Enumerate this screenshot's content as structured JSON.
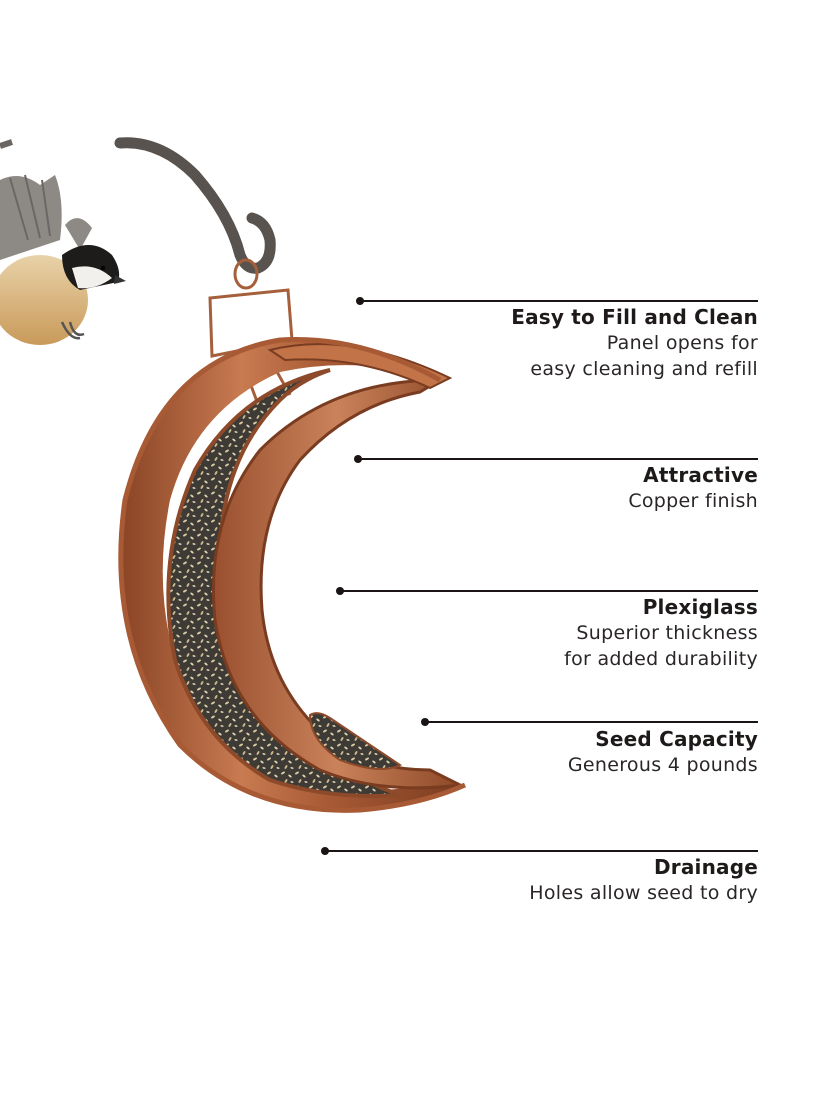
{
  "image": {
    "subject": "Crescent moon copper bird feeder with chickadee",
    "colors": {
      "background": "#ffffff",
      "copper": "#b5653d",
      "copper_dark": "#7a3e22",
      "copper_light": "#d9946c",
      "hook": "#5a5550",
      "seed_dark": "#3d3a35",
      "seed_light": "#d8c9a0",
      "text": "#1f1a1a",
      "leader_line": "#1a1414"
    }
  },
  "callouts": [
    {
      "title": "Easy to Fill and Clean",
      "desc_line1": "Panel opens for",
      "desc_line2": "easy cleaning and refill"
    },
    {
      "title": "Attractive",
      "desc_line1": "Copper finish",
      "desc_line2": ""
    },
    {
      "title": "Plexiglass",
      "desc_line1": "Superior thickness",
      "desc_line2": "for added durability"
    },
    {
      "title": "Seed Capacity",
      "desc_line1": "Generous 4 pounds",
      "desc_line2": ""
    },
    {
      "title": "Drainage",
      "desc_line1": "Holes allow seed to dry",
      "desc_line2": ""
    }
  ]
}
